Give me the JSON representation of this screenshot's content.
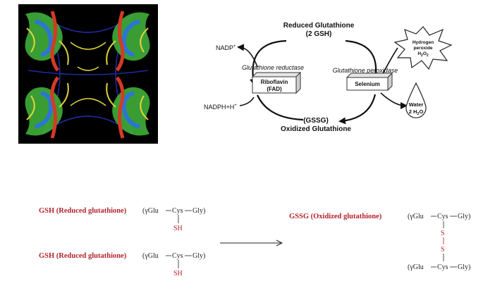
{
  "protein_image": {
    "description_icon": "protein-ribbon-structure"
  },
  "cycle": {
    "reduced_title": "Reduced Glutathione",
    "reduced_sub": "(2 GSH)",
    "oxidized_sub": "(GSSG)",
    "oxidized_title": "Oxidized Glutathione",
    "nadp": "NADP",
    "nadp_sup": "+",
    "nadph": "NADPH+H",
    "nadph_sup": "+",
    "reductase_label": "Glutathione reductase",
    "peroxidase_label": "Glutathione peroxidase",
    "riboflavin_line1": "Riboflavin",
    "riboflavin_line2": "(FAD)",
    "selenium": "Selenium",
    "peroxide_line1": "Hydrogen",
    "peroxide_line2": "peroxide",
    "peroxide_line3": "H",
    "peroxide_sub1": "2",
    "peroxide_o": "O",
    "peroxide_sub2": "2",
    "water_line1": "Water",
    "water_line2": "2 H",
    "water_sub": "2",
    "water_o": "O"
  },
  "reaction": {
    "gsh_label_1": "GSH (Reduced glutathione)",
    "gsh_label_2": "GSH (Reduced glutathione)",
    "gssg_label": "GSSG (Oxidized glutathione)",
    "open_paren": "(",
    "gamma_glu": "γGlu",
    "cys": "Cys",
    "gly": "Gly)",
    "sh": "SH",
    "s": "S",
    "label_color": "#b5222b"
  }
}
